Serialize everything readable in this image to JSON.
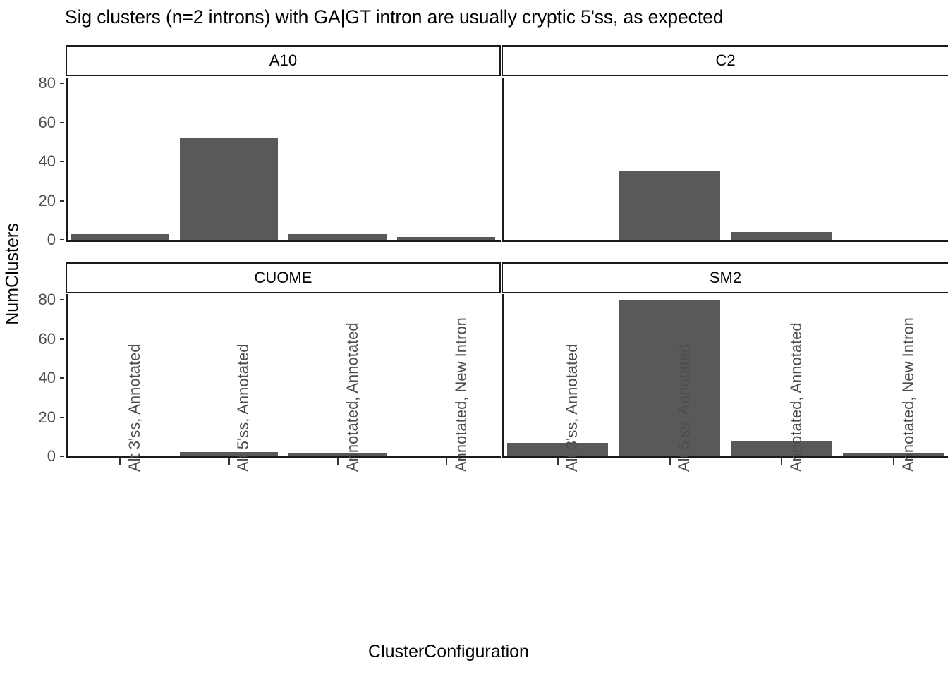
{
  "chart_data": {
    "type": "bar",
    "title": "Sig clusters (n=2 introns) with GA|GT intron are usually cryptic 5'ss, as expected",
    "xlabel": "ClusterConfiguration",
    "ylabel": "NumClusters",
    "ylim": [
      0,
      88
    ],
    "yticks": [
      0,
      20,
      40,
      60,
      80
    ],
    "ytick_labels": [
      "0",
      "20",
      "40",
      "60",
      "80"
    ],
    "grid": false,
    "legend": "none",
    "bar_color": "#595959",
    "categories": [
      "Alt 3'ss, Annotated",
      "Alt 5'ss, Annotated",
      "Annotated, Annotated",
      "Annotated, New Intron"
    ],
    "facet_layout": {
      "rows": 2,
      "cols": 2
    },
    "facets": [
      {
        "label": "A10",
        "values": [
          3,
          52,
          3,
          1
        ]
      },
      {
        "label": "C2",
        "values": [
          0,
          35,
          4,
          0
        ]
      },
      {
        "label": "CUOME",
        "values": [
          0,
          2,
          1,
          0
        ]
      },
      {
        "label": "SM2",
        "values": [
          7,
          80,
          8,
          1
        ]
      }
    ]
  },
  "axes": {
    "y_title": "NumClusters",
    "x_title": "ClusterConfiguration"
  },
  "title": {
    "text": "Sig clusters (n=2 introns) with GA|GT intron are usually cryptic 5'ss, as expected"
  }
}
